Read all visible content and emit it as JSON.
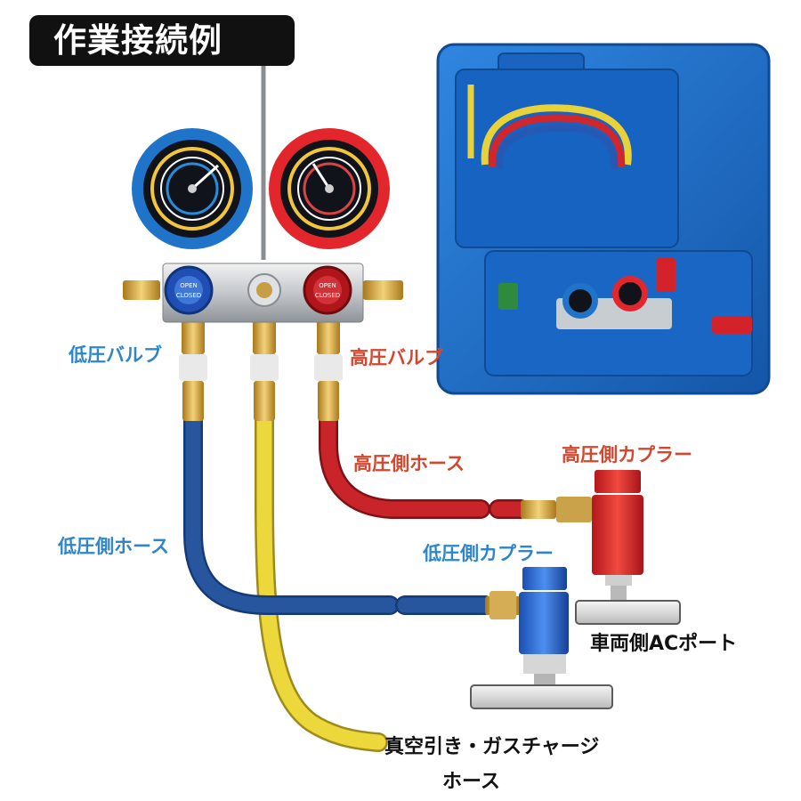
{
  "title": "作業接続例",
  "labels": {
    "low_valve": "低圧バルブ",
    "high_valve": "高圧バルブ",
    "high_hose": "高圧側ホース",
    "high_coupler": "高圧側カプラー",
    "low_hose": "低圧側ホース",
    "low_coupler": "低圧側カプラー",
    "ac_port": "車両側ACポート",
    "vacuum_line1": "真空引き・ガスチャージ",
    "vacuum_line2": "ホース"
  },
  "gauge_text": {
    "open": "OPEN",
    "closed": "CLOSED"
  },
  "colors": {
    "low_side": "#2e86c9",
    "high_side": "#d2472e",
    "title_bg": "#111111",
    "blue_hose": "#27569f",
    "red_hose": "#c8242a",
    "yellow_hose": "#ecd83a",
    "case_blue": "#1d6bc4"
  },
  "icons": {
    "low_gauge": "blue-pressure-gauge-icon",
    "high_gauge": "red-pressure-gauge-icon",
    "manifold": "manifold-block-icon",
    "carry_case": "carry-case-icon",
    "low_coupler": "blue-quick-coupler-icon",
    "high_coupler": "red-quick-coupler-icon",
    "ac_pipe": "ac-pipe-icon"
  }
}
